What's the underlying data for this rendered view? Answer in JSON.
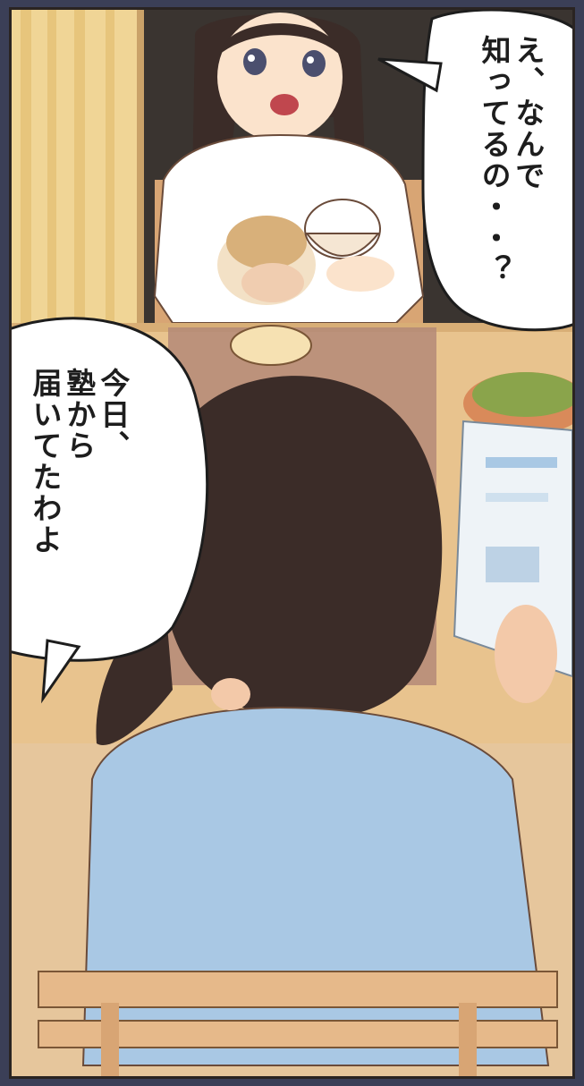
{
  "bubbles": [
    {
      "id": "bubble-top-right",
      "lines": [
        "え、なんで",
        "知ってるの・・？"
      ]
    },
    {
      "id": "bubble-left",
      "lines": [
        "今日、",
        "塾から",
        "届いてたわよ"
      ]
    }
  ],
  "colors": {
    "frame": "#3b3f57",
    "wall": "#3a3430",
    "curtain": "#f3dca0",
    "table": "#e8c38e",
    "shirt_girl": "#ffffff",
    "shirt_mother": "#a9c8e4",
    "hair": "#3b2c28",
    "chair": "#e6b98a"
  }
}
